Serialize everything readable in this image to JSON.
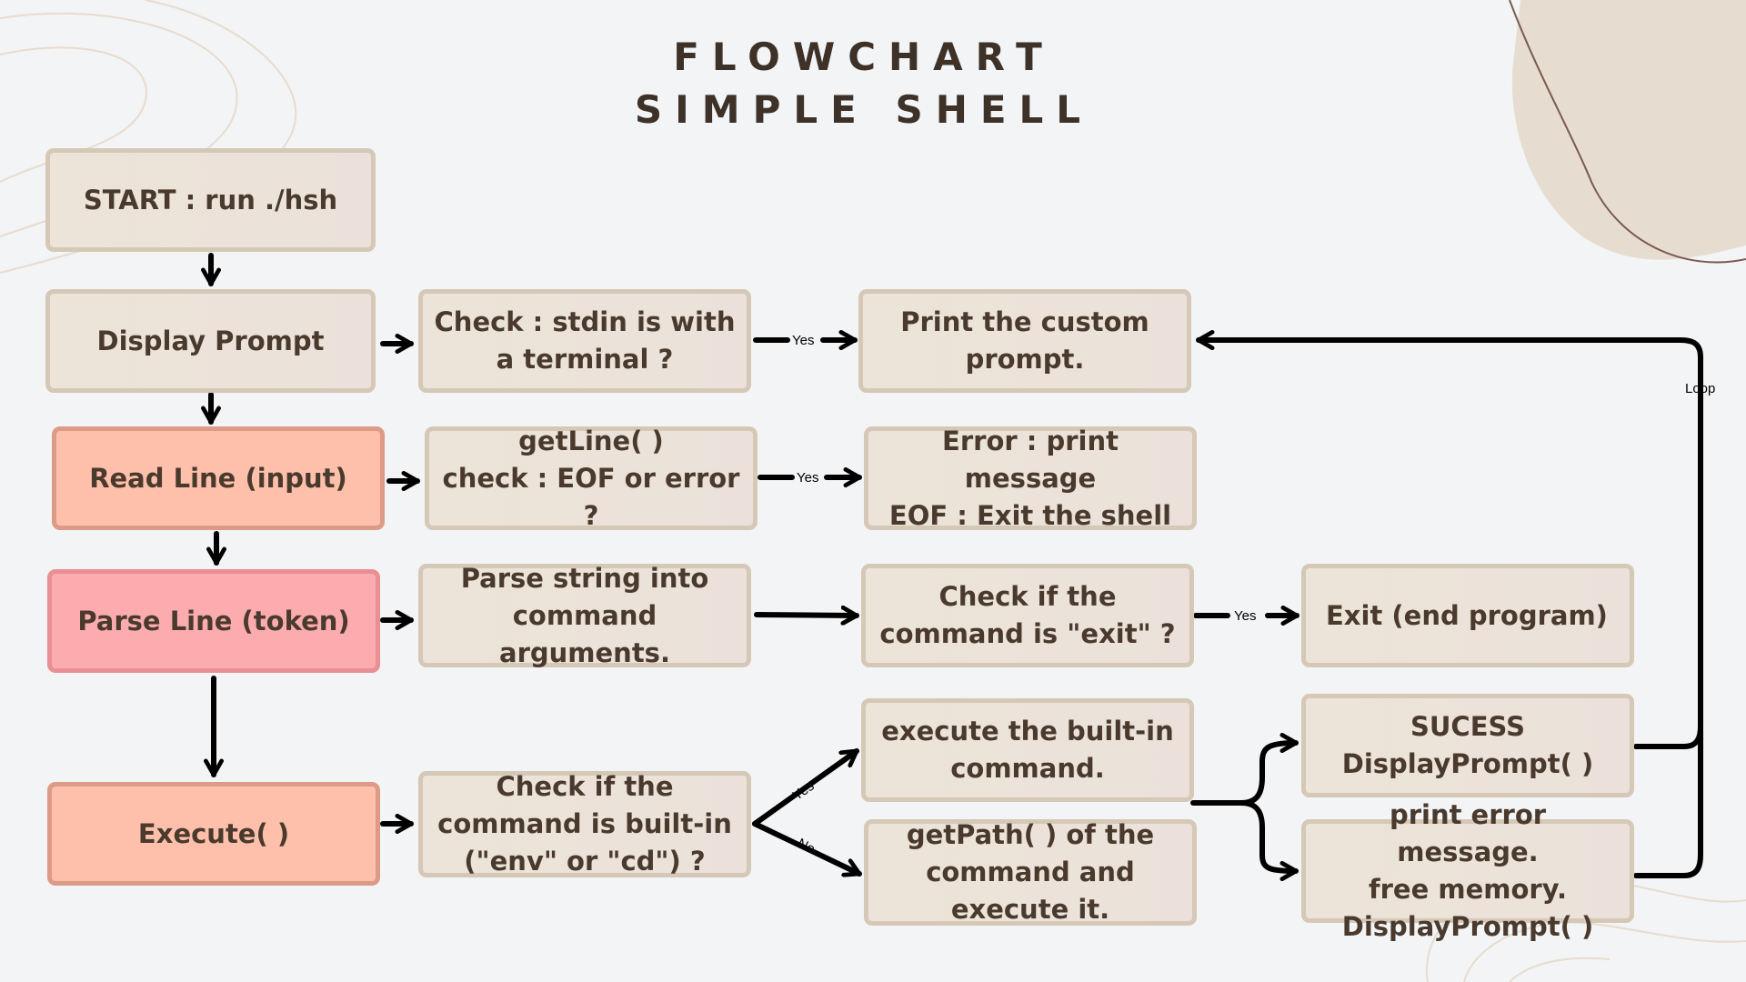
{
  "title": {
    "line1": "FLOWCHART",
    "line2": "SIMPLE SHELL"
  },
  "nodes": {
    "start": "START : run ./hsh",
    "display_prompt": "Display Prompt",
    "check_terminal": "Check : stdin is with\na terminal ?",
    "print_prompt": "Print the custom\nprompt.",
    "read_line": "Read Line (input)",
    "getline_check": "getLine( )\ncheck : EOF or error ?",
    "error_eof": "Error : print message\nEOF : Exit the shell",
    "parse_line": "Parse Line (token)",
    "parse_string": "Parse string into\ncommand arguments.",
    "check_exit": "Check if the\ncommand is \"exit\" ?",
    "exit_program": "Exit (end program)",
    "execute": "Execute( )",
    "check_builtin": "Check if the\ncommand is built-in\n(\"env\" or \"cd\") ?",
    "exec_builtin": "execute the built-in\ncommand.",
    "getpath_exec": "getPath( ) of the\ncommand and\nexecute it.",
    "success": "SUCESS\nDisplayPrompt( )",
    "print_error": "print error message.\nfree memory.\nDisplayPrompt( )"
  },
  "edge_labels": {
    "yes_terminal": "Yes",
    "yes_eof": "Yes",
    "yes_exit": "Yes",
    "yes_builtin": "Yes",
    "no_builtin": "No",
    "loop": "Loop"
  },
  "colors": {
    "box_fill": "#ece4d8",
    "box_border": "#d5c8b6",
    "read_execute_fill": "#fec0aa",
    "parse_fill": "#fcacae",
    "text": "#4a3a2e",
    "arrow": "#000000",
    "blob": "#e6ddd0"
  }
}
